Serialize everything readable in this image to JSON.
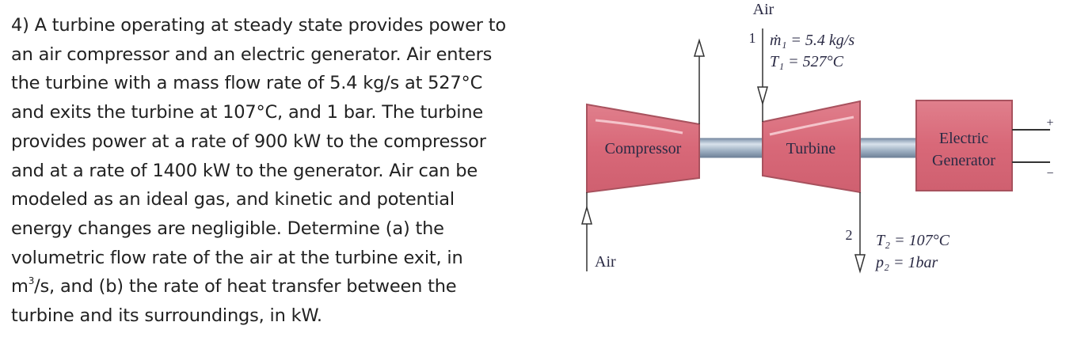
{
  "problem": {
    "lines": [
      "4) A turbine operating at steady state provides power to",
      "an air compressor and an electric generator.  Air enters",
      "the turbine with a mass flow rate of 5.4 kg/s at 527°C",
      "and exits the turbine at 107°C, and 1 bar.  The turbine",
      "provides power at a rate of 900 kW to the compressor",
      "and at a rate of 1400 kW to the generator.  Air can be",
      "modeled as an ideal gas, and kinetic and potential",
      "energy changes are negligible.  Determine (a) the",
      "volumetric flow rate of the air at the turbine exit, in"
    ],
    "line10_unit_base": "m",
    "line10_unit_exp": "3",
    "line10_rest": "/s, and (b) the rate of heat transfer between the",
    "line11": "turbine and its surroundings, in kW."
  },
  "diagram": {
    "compressor_label": "Compressor",
    "turbine_label": "Turbine",
    "generator_label_line1": "Electric",
    "generator_label_line2": "Generator",
    "compressor_inlet_label": "Air",
    "turbine_inlet_label": "Air",
    "state1_number": "1",
    "state1_mdot": "ṁ₁ = 5.4 kg/s",
    "state1_temp": "T₁ = 527°C",
    "state2_number": "2",
    "state2_temp": "T₂ = 107°C",
    "state2_pressure": "p₂ = 1bar",
    "terminal_plus": "+",
    "terminal_minus": "−"
  },
  "colors": {
    "machine_fill": "#dc6f7e",
    "machine_stroke": "#a8525e",
    "shaft_fill": "#a5b6c8",
    "text": "#222222"
  }
}
